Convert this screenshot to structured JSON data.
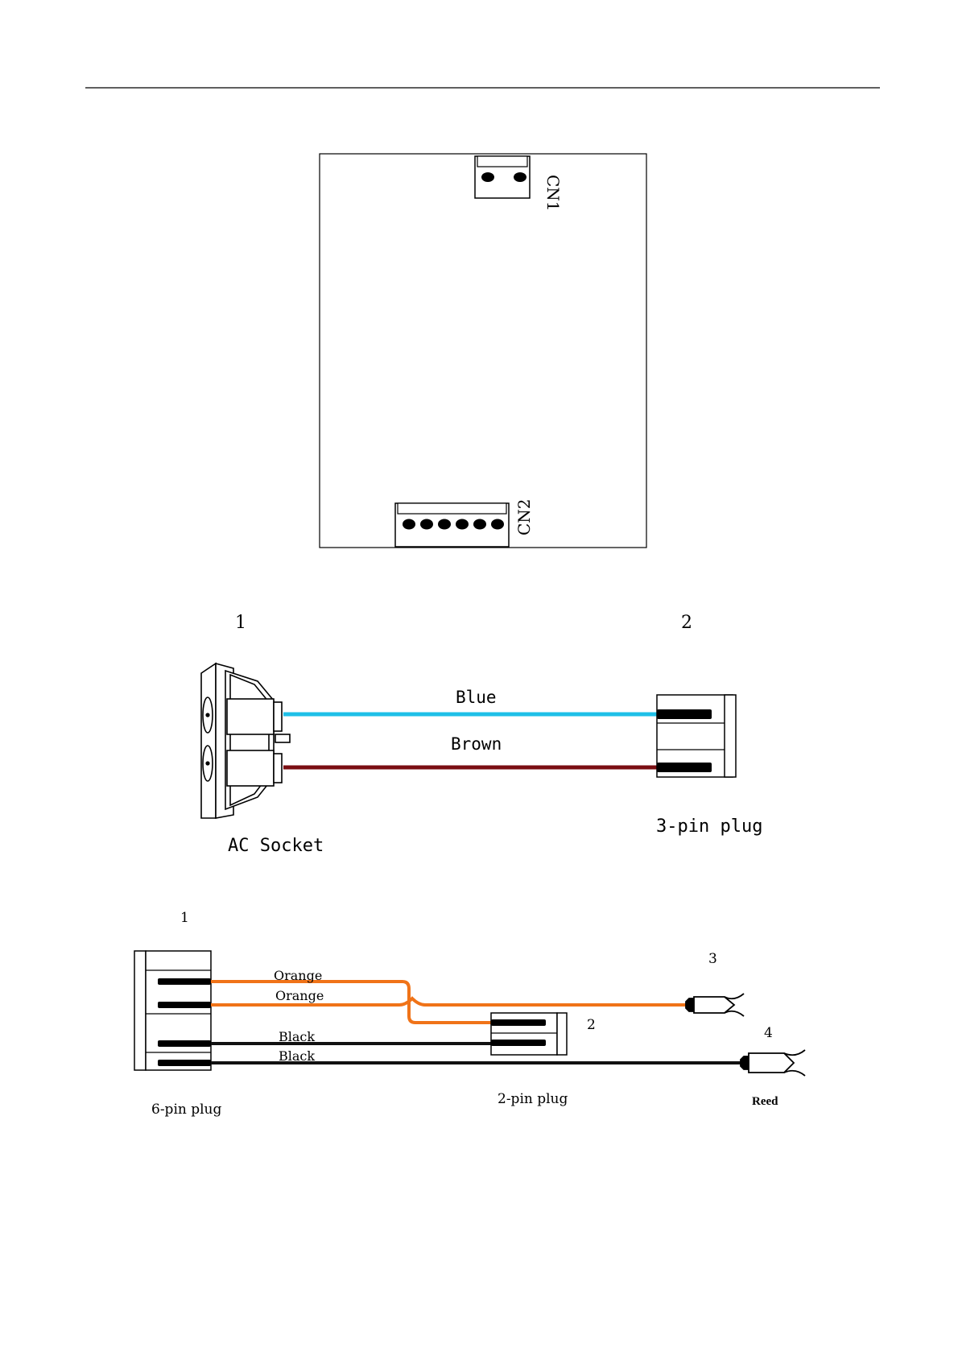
{
  "board": {
    "cn1_label": "CN1",
    "cn2_label": "CN2"
  },
  "harness1": {
    "number_left": "1",
    "number_right": "2",
    "wire_blue_label": "Blue",
    "wire_brown_label": "Brown",
    "socket_label": "AC Socket",
    "plug_label": "3-pin plug",
    "colors": {
      "blue": "#1ec0e8",
      "brown": "#7a0e12"
    }
  },
  "harness2": {
    "number_1": "1",
    "number_2": "2",
    "number_3": "3",
    "number_4": "4",
    "wire_orange_1": "Orange",
    "wire_orange_2": "Orange",
    "wire_black_1": "Black",
    "wire_black_2": "Black",
    "six_pin_label": "6-pin plug",
    "two_pin_label": "2-pin plug",
    "reed_label": "Reed",
    "colors": {
      "orange": "#f07318",
      "black": "#111111"
    }
  }
}
